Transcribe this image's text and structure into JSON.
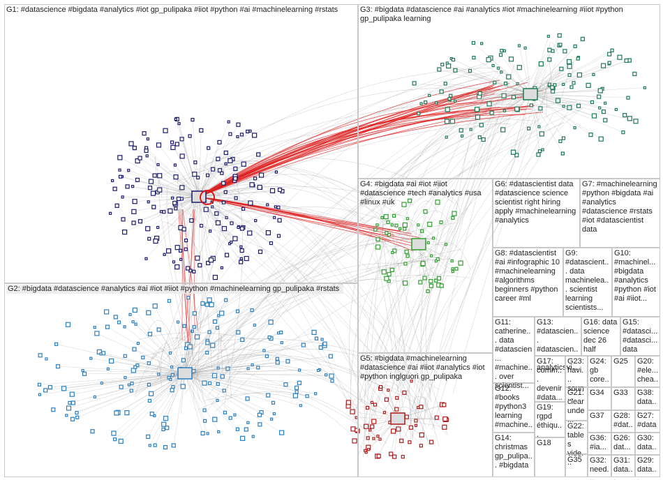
{
  "colors": {
    "g1": "#1a1a6e",
    "g2": "#2a7fc0",
    "g3": "#1c7a52",
    "g4": "#2ea02e",
    "g5": "#b01a1a",
    "edge": "#9a9a9a",
    "edge_hot": "#e01515"
  },
  "groups": [
    {
      "id": "G1",
      "label": "G1: #datascience #bigdata #analytics #iot gp_pulipaka #iiot #python #ai #machinelearning #rstats"
    },
    {
      "id": "G2",
      "label": "G2: #bigdata #datascience #analytics #ai #iot #iiot #python #machinelearning gp_pulipaka #rstats"
    },
    {
      "id": "G3",
      "label": "G3: #bigdata #datascience #ai #analytics #iot #machinelearning #iiot #python gp_pulipaka learning"
    },
    {
      "id": "G4",
      "label": "G4: #bigdata #ai #iot #iiot #datascience #tech #analytics #usa #linux #uk"
    },
    {
      "id": "G5",
      "label": "G5: #bigdata #machinelearning #datascience #ai #iiot #analytics #iot #python inglguori gp_pulipaka"
    },
    {
      "id": "G6",
      "label": "G6: #datascientist data #datascience science scientist right hiring apply #machinelearning #analytics"
    },
    {
      "id": "G7",
      "label": "G7: #machinelearning #python #bigdata #ai #analytics #datascience #rstats #iot #datascientist data"
    },
    {
      "id": "G8",
      "label": "G8: #datascientist #ai #infographic 10 #machinelearning #algorithms beginners #python career #ml"
    },
    {
      "id": "G9",
      "label": "G9: #datascient... data machinelea... scientist learning scientists..."
    },
    {
      "id": "G10",
      "label": "G10: #machinel... #bigdata #analytics #python #iot #ai #iiot..."
    },
    {
      "id": "G11",
      "label": "G11: catherine... data #datascien... #machine... over scientist..."
    },
    {
      "id": "G12",
      "label": "G12: #books #python3 learning #machine..."
    },
    {
      "id": "G13",
      "label": "G13: #datascien... #datascien... analyticsvi..."
    },
    {
      "id": "G14",
      "label": "G14: christmas gp_pulipa... #bigdata"
    },
    {
      "id": "G15",
      "label": "G15: #datasci... #datasci... data"
    },
    {
      "id": "G16",
      "label": "G16: data science dec 26 half"
    },
    {
      "id": "G17",
      "label": "G17: comm... devenir #data..."
    },
    {
      "id": "G18",
      "label": "G18"
    },
    {
      "id": "G19",
      "label": "G19: rgpd éthiqu..."
    },
    {
      "id": "G20",
      "label": "G20: #ele... chea..."
    },
    {
      "id": "G21",
      "label": "G21: clear unde..."
    },
    {
      "id": "G22",
      "label": "G22: tables vide..."
    },
    {
      "id": "G23",
      "label": "G23: havi... soun..."
    },
    {
      "id": "G24",
      "label": "G24: gb core..."
    },
    {
      "id": "G25",
      "label": "G25"
    },
    {
      "id": "G26",
      "label": "G26: dat..."
    },
    {
      "id": "G27",
      "label": "G27: #data"
    },
    {
      "id": "G28",
      "label": "G28: #dat..."
    },
    {
      "id": "G29",
      "label": "G29: data..."
    },
    {
      "id": "G30",
      "label": "G30: data..."
    },
    {
      "id": "G31",
      "label": "G31: data..."
    },
    {
      "id": "G32",
      "label": "G32: need..."
    },
    {
      "id": "G33",
      "label": "G33"
    },
    {
      "id": "G34",
      "label": "G34"
    },
    {
      "id": "G35",
      "label": "G35"
    },
    {
      "id": "G36",
      "label": "G36: #ia..."
    },
    {
      "id": "G37",
      "label": "G37"
    },
    {
      "id": "G38",
      "label": "G38: data..."
    }
  ]
}
